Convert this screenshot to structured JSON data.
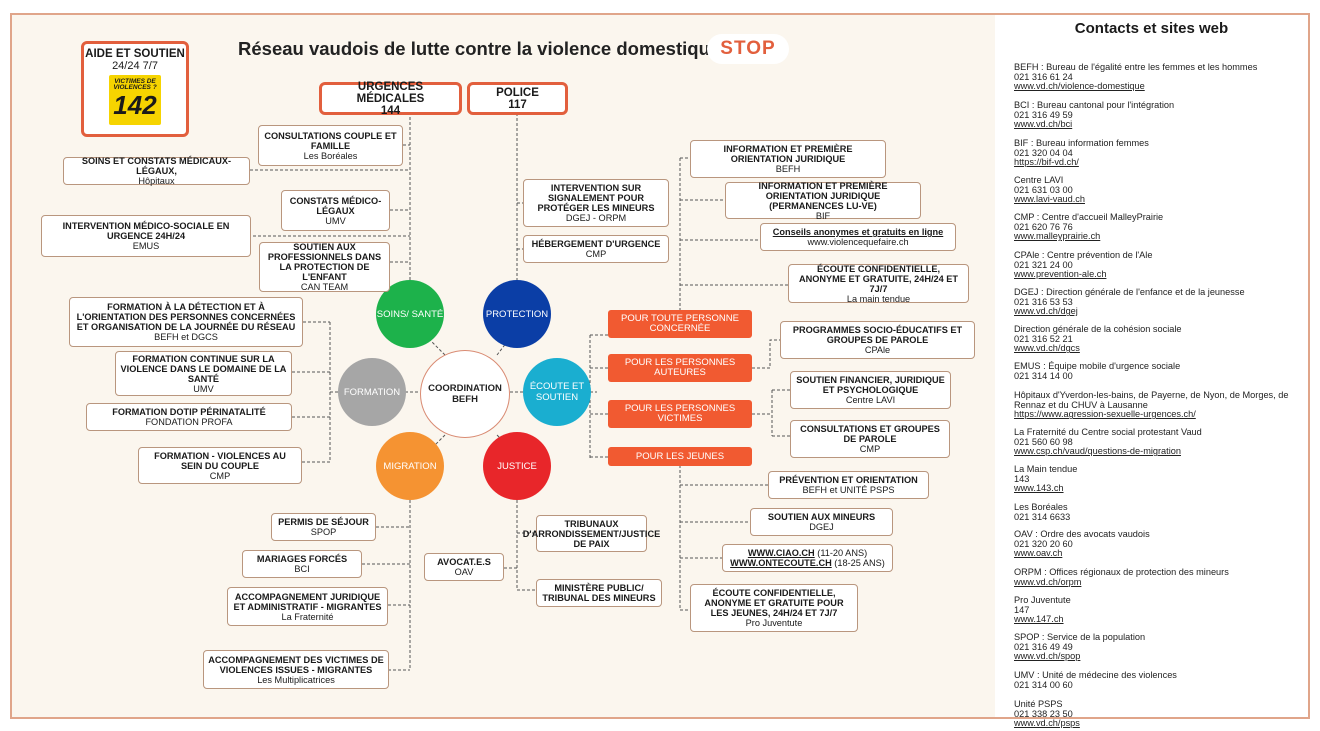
{
  "title": "Réseau vaudois de lutte contre la violence domestique",
  "stop_logo": "STOP",
  "aide": {
    "title": "AIDE ET SOUTIEN",
    "hours": "24/24 7/7",
    "badge_text": "VICTIMES DE VIOLENCES ?",
    "badge_number": "142"
  },
  "urgences": {
    "label": "URGENCES MÉDICALES",
    "number": "144"
  },
  "police": {
    "label": "POLICE",
    "number": "117"
  },
  "circles": {
    "coordination": "COORDINATION BEFH",
    "soins": "SOINS/ SANTÉ",
    "protection": "PROTECTION",
    "formation": "FORMATION",
    "ecoute": "ÉCOUTE ET SOUTIEN",
    "migration": "MIGRATION",
    "justice": "JUSTICE"
  },
  "categories": [
    "POUR TOUTE PERSONNE CONCERNÉE",
    "POUR LES PERSONNES AUTEURES",
    "POUR LES PERSONNES VICTIMES",
    "POUR LES JEUNES"
  ],
  "soins_boxes": [
    {
      "t": "CONSULTATIONS COUPLE ET FAMILLE",
      "s": "Les Boréales"
    },
    {
      "t": "SOINS ET CONSTATS MÉDICAUX-LÉGAUX,",
      "s": "Hôpitaux"
    },
    {
      "t": "CONSTATS MÉDICO-LÉGAUX",
      "s": "UMV"
    },
    {
      "t": "INTERVENTION MÉDICO-SOCIALE EN URGENCE 24H/24",
      "s": "EMUS"
    },
    {
      "t": "SOUTIEN AUX PROFESSIONNELS DANS LA PROTECTION DE L'ENFANT",
      "s": "CAN TEAM"
    }
  ],
  "formation_boxes": [
    {
      "t": "FORMATION À LA DÉTECTION ET À L'ORIENTATION DES PERSONNES CONCERNÉES ET ORGANISATION DE LA JOURNÉE DU RÉSEAU",
      "s": "BEFH et DGCS"
    },
    {
      "t": "FORMATION CONTINUE SUR LA VIOLENCE DANS LE DOMAINE DE LA SANTÉ",
      "s": "UMV"
    },
    {
      "t": "FORMATION DOTIP PÉRINATALITÉ",
      "s": "FONDATION PROFA"
    },
    {
      "t": "FORMATION - VIOLENCES AU SEIN DU COUPLE",
      "s": "CMP"
    }
  ],
  "migration_boxes": [
    {
      "t": "PERMIS DE SÉJOUR",
      "s": "SPOP"
    },
    {
      "t": "MARIAGES FORCÉS",
      "s": "BCI"
    },
    {
      "t": "ACCOMPAGNEMENT JURIDIQUE ET ADMINISTRATIF - MIGRANTES",
      "s": "La Fraternité"
    },
    {
      "t": "ACCOMPAGNEMENT DES VICTIMES DE VIOLENCES ISSUES - MIGRANTES",
      "s": "Les Multiplicatrices"
    }
  ],
  "protection_boxes": [
    {
      "t": "INTERVENTION SUR SIGNALEMENT POUR PROTÉGER LES MINEURS",
      "s": "DGEJ - ORPM"
    },
    {
      "t": "HÉBERGEMENT D'URGENCE",
      "s": "CMP"
    }
  ],
  "justice_boxes": [
    {
      "t": "AVOCAT.E.S",
      "s": "OAV"
    },
    {
      "t": "TRIBUNAUX D'ARRONDISSEMENT/JUSTICE DE PAIX",
      "s": ""
    },
    {
      "t": "MINISTÈRE PUBLIC/ TRIBUNAL DES MINEURS",
      "s": ""
    }
  ],
  "ecoute_boxes": [
    {
      "t": "INFORMATION ET PREMIÈRE ORIENTATION JURIDIQUE",
      "s": "BEFH"
    },
    {
      "t": "INFORMATION ET PREMIÈRE ORIENTATION JURIDIQUE (PERMANENCES LU-VE)",
      "s": "BIF"
    },
    {
      "t": "Conseils anonymes et gratuits en ligne",
      "s": "www.violencequefaire.ch"
    },
    {
      "t": "ÉCOUTE CONFIDENTIELLE, ANONYME ET GRATUITE, 24H/24 ET 7J/7",
      "s": "La main tendue"
    },
    {
      "t": "PROGRAMMES SOCIO-ÉDUCATIFS ET GROUPES DE PAROLE",
      "s": "CPAle"
    },
    {
      "t": "SOUTIEN FINANCIER, JURIDIQUE ET PSYCHOLOGIQUE",
      "s": "Centre LAVI"
    },
    {
      "t": "CONSULTATIONS  ET GROUPES DE PAROLE",
      "s": "CMP"
    },
    {
      "t": "PRÉVENTION ET ORIENTATION",
      "s": "BEFH et UNITÉ PSPS"
    },
    {
      "t": "SOUTIEN AUX MINEURS",
      "s": "DGEJ"
    },
    {
      "t": "WWW.CIAO.CH",
      "s": "(11-20 ANS)",
      "t2": "WWW.ONTECOUTE.CH",
      "s2": "(18-25 ANS)"
    },
    {
      "t": "ÉCOUTE CONFIDENTIELLE, ANONYME ET GRATUITE POUR LES JEUNES, 24H/24 ET 7J/7",
      "s": "Pro Juventute"
    }
  ],
  "contacts_title": "Contacts et sites web",
  "contacts": [
    {
      "name": "BEFH : Bureau de l'égalité entre les femmes et les hommes",
      "phone": "021 316 61 24",
      "url": "www.vd.ch/violence-domestique"
    },
    {
      "name": "BCI : Bureau cantonal pour l'intégration",
      "phone": "021 316 49 59",
      "url": "www.vd.ch/bci"
    },
    {
      "name": "BIF : Bureau information femmes",
      "phone": "021 320 04 04",
      "url": "https://bif-vd.ch/"
    },
    {
      "name": "Centre LAVI",
      "phone": "021 631 03 00",
      "url": "www.lavi-vaud.ch"
    },
    {
      "name": "CMP : Centre d'accueil MalleyPrairie",
      "phone": "021 620 76 76",
      "url": "www.malleyprairie.ch"
    },
    {
      "name": "CPAle : Centre prévention de l'Ale",
      "phone": "021 321 24 00",
      "url": "www.prevention-ale.ch"
    },
    {
      "name": "DGEJ : Direction générale de l'enfance et de la jeunesse",
      "phone": "021 316 53 53",
      "url": "www.vd.ch/dgej"
    },
    {
      "name": "Direction générale de la cohésion sociale",
      "phone": "021 316 52 21",
      "url": "www.vd.ch/dgcs"
    },
    {
      "name": "EMUS : Équipe mobile d'urgence sociale",
      "phone": "021 314 14 00",
      "url": ""
    },
    {
      "name": "Hôpitaux  d'Yverdon-les-bains, de Payerne, de Nyon, de Morges, de Rennaz et du CHUV à Lausanne",
      "phone": "",
      "url": "https://www.agression-sexuelle-urgences.ch/"
    },
    {
      "name": "La Fraternité du Centre social protestant Vaud",
      "phone": "021 560 60 98",
      "url": "www.csp.ch/vaud/questions-de-migration"
    },
    {
      "name": "La Main tendue",
      "phone": "143",
      "url": "www.143.ch"
    },
    {
      "name": "Les Boréales",
      "phone": "021 314 6633",
      "url": ""
    },
    {
      "name": "OAV : Ordre des avocats vaudois",
      "phone": "021 320 20 60",
      "url": "www.oav.ch"
    },
    {
      "name": "ORPM : Offices régionaux de protection des mineurs",
      "phone": "",
      "url": "www.vd.ch/orpm"
    },
    {
      "name": "Pro Juventute",
      "phone": "147",
      "url": "www.147.ch"
    },
    {
      "name": "SPOP : Service de la population",
      "phone": "021 316 49 49",
      "url": "www.vd.ch/spop"
    },
    {
      "name": "UMV : Unité de médecine des violences",
      "phone": "021 314 00 60",
      "url": ""
    },
    {
      "name": "Unité PSPS",
      "phone": "021 338 23 50",
      "url": "www.vd.ch/psps"
    }
  ],
  "colors": {
    "soins": "#1db24b",
    "protection": "#0b3ea6",
    "formation": "#a6a6a6",
    "ecoute": "#1aaed0",
    "migration": "#f59332",
    "justice": "#e8262a",
    "accent": "#f15a31",
    "frame": "#e0a58a"
  }
}
